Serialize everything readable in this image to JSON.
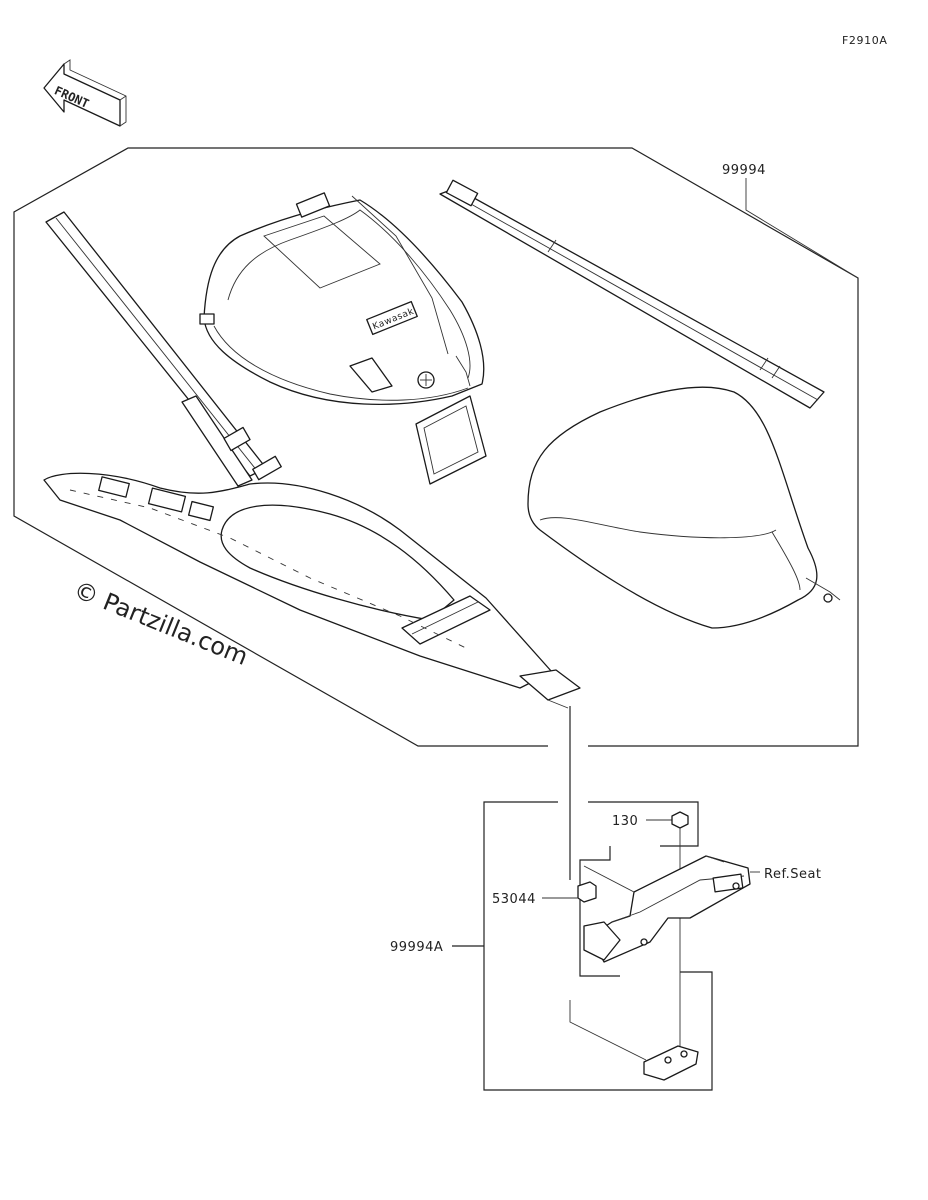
{
  "diagram_code": "F2910A",
  "front_label": "FRONT",
  "watermark": "© Partzilla.com",
  "brand_on_bag": "Kawasaki",
  "callouts": {
    "kit": "99994",
    "kit_a": "99994A",
    "bolt": "130",
    "spacer": "53044",
    "ref_seat": "Ref.Seat"
  },
  "icons": [
    "front-arrow-icon",
    "tank-bag",
    "strap",
    "seat-cover",
    "harness",
    "bracket",
    "bolt",
    "spacer"
  ]
}
